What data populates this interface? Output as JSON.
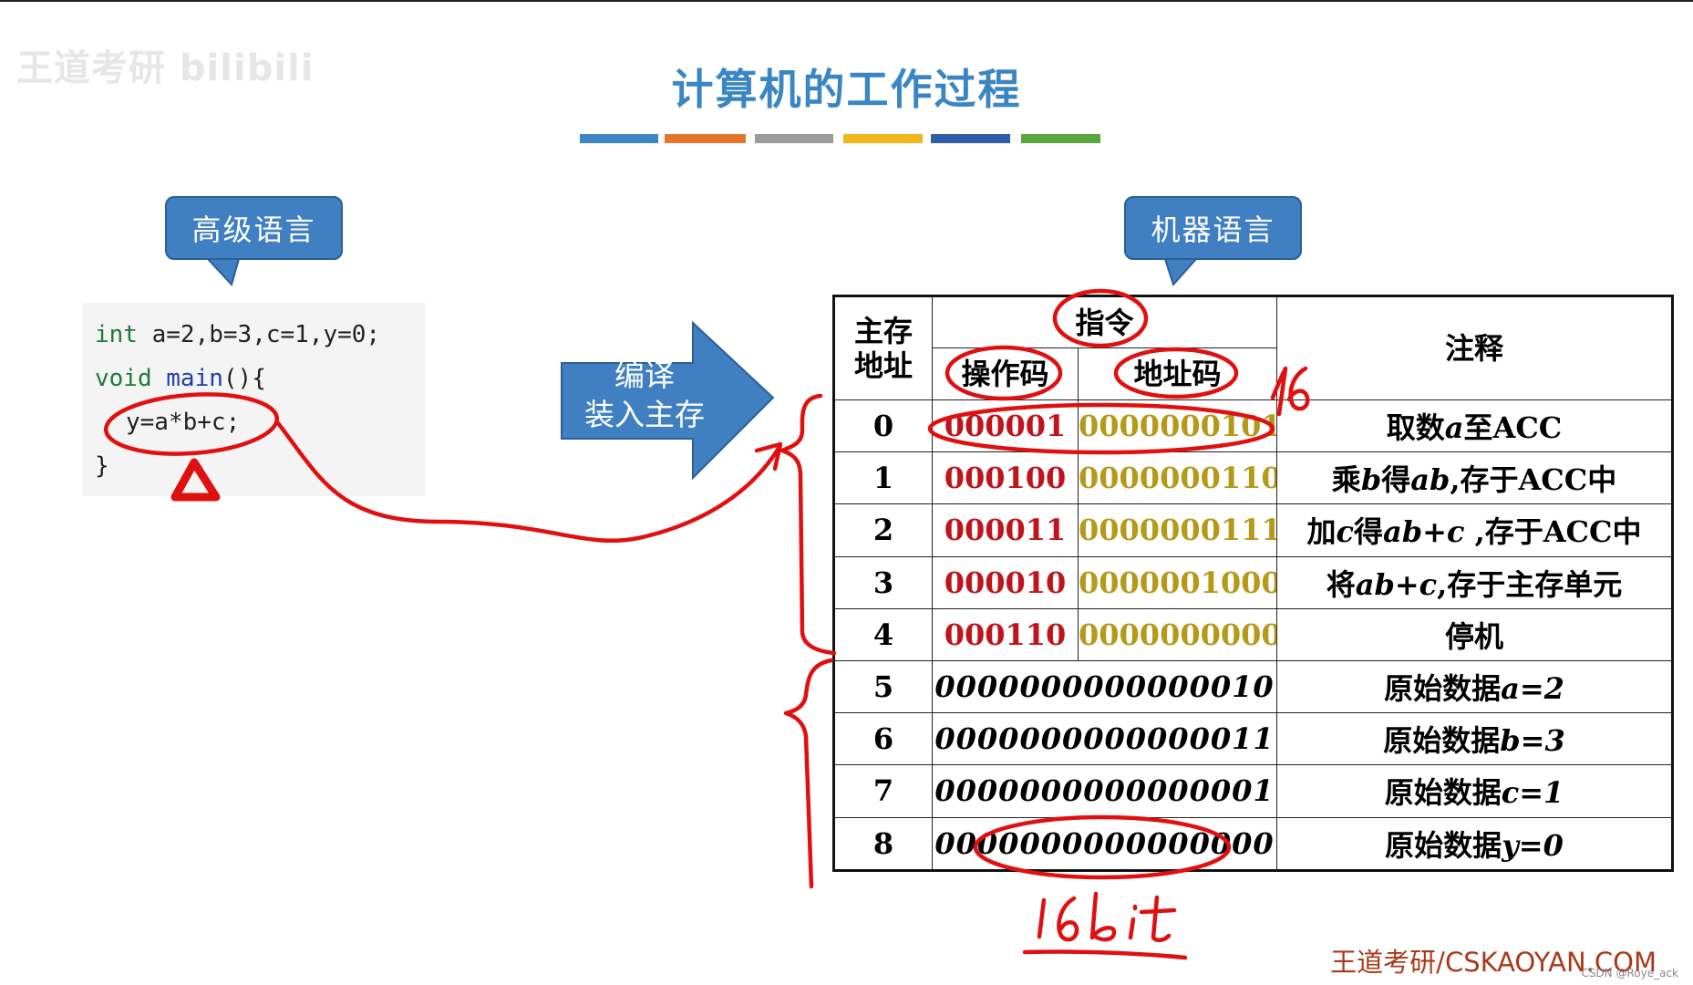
{
  "slide": {
    "watermark": "王道考研 bilibili",
    "title": "计算机的工作过程",
    "color_bars": [
      "#3f86c6",
      "#e4762b",
      "#9b9b9b",
      "#f1b71c",
      "#2f5ea8",
      "#5aa53c"
    ]
  },
  "callouts": {
    "high_level": "高级语言",
    "machine": "机器语言"
  },
  "code": {
    "line1_kw": "int",
    "line1_rest": " a=2,b=3,c=1,y=0;",
    "line2_kw": "void",
    "line2_fn": " main",
    "line2_rest": "(){",
    "line3": "y=a*b+c;",
    "line4": "}"
  },
  "compile_arrow": {
    "line1": "编译",
    "line2": "装入主存"
  },
  "table": {
    "header": {
      "address": "主存\n地址",
      "instruction": "指令",
      "opcode": "操作码",
      "addrcode": "地址码",
      "comment": "注释"
    },
    "instr_rows": [
      {
        "addr": "0",
        "op": "000001",
        "ad": "0000000101",
        "note_pre": "取数",
        "note_var": "a",
        "note_post": "至ACC"
      },
      {
        "addr": "1",
        "op": "000100",
        "ad": "0000000110",
        "note_pre": "乘",
        "note_var": "b",
        "note_mid": "得",
        "note_var2": "ab",
        "note_post": ",存于ACC中"
      },
      {
        "addr": "2",
        "op": "000011",
        "ad": "0000000111",
        "note_pre": "加",
        "note_var": "c",
        "note_mid": "得",
        "note_var2": "ab+c",
        "note_post": " ,存于ACC中"
      },
      {
        "addr": "3",
        "op": "000010",
        "ad": "0000001000",
        "note_pre": "将",
        "note_var": "ab+c",
        "note_post": ",存于主存单元"
      },
      {
        "addr": "4",
        "op": "000110",
        "ad": "0000000000",
        "note_pre": "停机"
      }
    ],
    "data_rows": [
      {
        "addr": "5",
        "value": "0000000000000010",
        "note_pre": "原始数据",
        "note_var": "a=2"
      },
      {
        "addr": "6",
        "value": "0000000000000011",
        "note_pre": "原始数据",
        "note_var": "b=3"
      },
      {
        "addr": "7",
        "value": "0000000000000001",
        "note_pre": "原始数据",
        "note_var": "c=1"
      },
      {
        "addr": "8",
        "value": "0000000000000000",
        "note_pre": "原始数据",
        "note_var": "y=0"
      }
    ]
  },
  "handwriting": {
    "bits_label": "16bit",
    "side_label": "16"
  },
  "footer": {
    "brand": "王道考研/CSKAOYAN.COM",
    "credit": "CSDN @Roye_ack"
  }
}
